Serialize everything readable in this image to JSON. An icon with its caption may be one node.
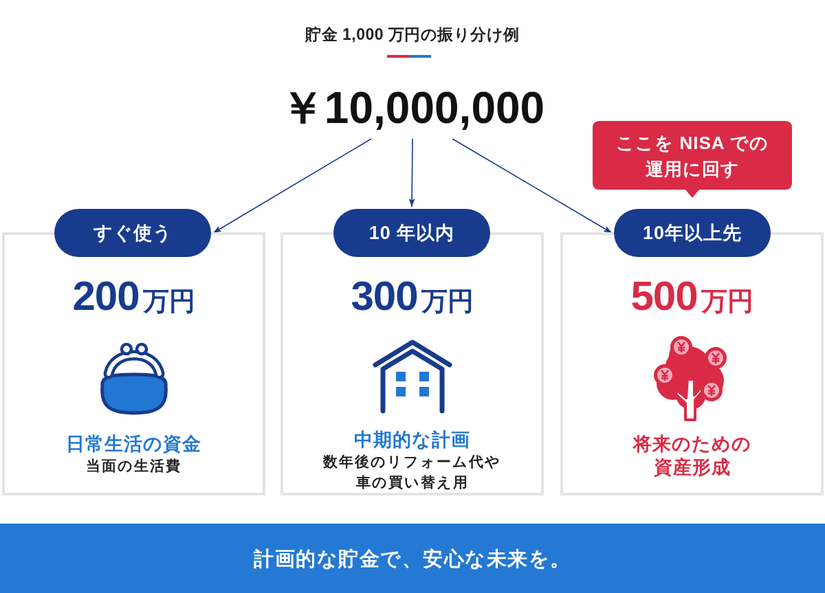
{
  "diagram": {
    "title": "貯金 1,000 万円の振り分け例",
    "nodes": [
      {
        "text": [
          "￥10,000,000"
        ]
      },
      {
        "text": [
          "すぐ使う"
        ]
      },
      {
        "text": [
          "200万円",
          "日常生活の資金",
          "当面の生活費"
        ]
      },
      {
        "text": [
          "10 年以内"
        ]
      },
      {
        "text": [
          "300万円",
          "中期的な計画",
          "数年後のリフォーム代や車の買い替え用"
        ]
      },
      {
        "text": [
          "ここを NISA での運用に回す"
        ]
      },
      {
        "text": [
          "10年以上先"
        ]
      },
      {
        "text": [
          "500万円",
          "将来のための資産形成"
        ]
      },
      {
        "text": [
          "計画的な貯金で、安心な未来を。"
        ]
      }
    ],
    "edges": [
      {
        "from": 0,
        "to": 1,
        "arrow": "to"
      },
      {
        "from": 0,
        "to": 3,
        "arrow": "to"
      },
      {
        "from": 0,
        "to": 6,
        "arrow": "to"
      }
    ]
  }
}
